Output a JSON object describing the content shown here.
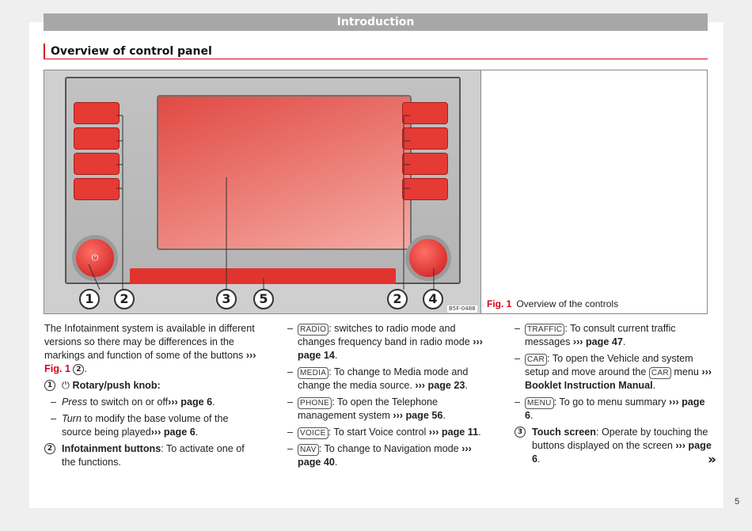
{
  "header": {
    "title": "Introduction"
  },
  "section": {
    "title": "Overview of control panel"
  },
  "figure": {
    "image_code": "B5F-0488",
    "caption_label": "Fig. 1",
    "caption_text": "Overview of the controls",
    "callouts": [
      "1",
      "2",
      "3",
      "5",
      "2",
      "4"
    ],
    "knob_symbol": "⏻"
  },
  "col1": {
    "intro_text": "The Infotainment system is available in different versions so there may be differences in the markings and function of some of the buttons",
    "intro_ref_arrow": " ›››",
    "intro_fig_ref": " Fig. 1",
    "intro_num": "2",
    "intro_end": ".",
    "item1_num": "1",
    "item1_symbol": "⏻",
    "item1_title": "Rotary/push knob",
    "item1_colon": ":",
    "item1_d1_em": "Press",
    "item1_d1_text": " to switch on or off",
    "item1_d1_ref": "››› page 6",
    "item1_d1_end": ".",
    "item1_d2_em": "Turn",
    "item1_d2_text": " to modify the base volume of the source being played",
    "item1_d2_ref": "››› page 6",
    "item1_d2_end": ".",
    "item2_num": "2",
    "item2_title": "Infotainment buttons",
    "item2_text": ": To activate one of the functions."
  },
  "col2": {
    "items": [
      {
        "key": "RADIO",
        "text": ": switches to radio mode and changes frequency band in radio mode ",
        "ref": "››› page 14",
        "end": "."
      },
      {
        "key": "MEDIA",
        "text": ": To change to Media mode and change the media source. ",
        "ref": "››› page 23",
        "end": "."
      },
      {
        "key": "PHONE",
        "text": ": To open the Telephone management system ",
        "ref": "››› page 56",
        "end": "."
      },
      {
        "key": "VOICE",
        "text": ": To start Voice control ",
        "ref": "››› page 11",
        "end": "."
      },
      {
        "key": "NAV",
        "text": ": To change to Navigation mode ",
        "ref": "››› page 40",
        "end": "."
      }
    ]
  },
  "col3": {
    "traffic_key": "TRAFFIC",
    "traffic_text": ": To consult current traffic messages ",
    "traffic_ref": "››› page 47",
    "traffic_end": ".",
    "car_key": "CAR",
    "car_text1": ": To open the Vehicle and system setup and move around the ",
    "car_key2": "CAR",
    "car_text2": " menu ",
    "car_ref": "››› Booklet Instruction Manual",
    "car_end": ".",
    "menu_key": "MENU",
    "menu_text": ": To go to menu summary ",
    "menu_ref": "››› page 6",
    "menu_end": ".",
    "item3_num": "3",
    "item3_title": "Touch screen",
    "item3_text": ": Operate by touching the buttons displayed on the screen ",
    "item3_ref": "››› page 6",
    "item3_end": "."
  },
  "continue_mark": "»",
  "page_number": "5",
  "colors": {
    "accent": "#d9001b",
    "header_bar": "#a7a7a7",
    "panel_red": "#e63a34"
  }
}
